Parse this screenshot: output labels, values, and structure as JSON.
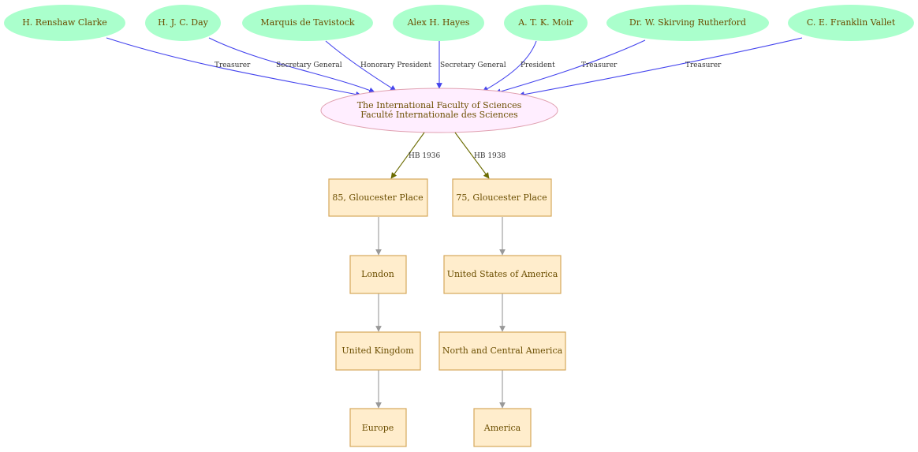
{
  "colors": {
    "person_fill": "#aaffcc",
    "center_fill": "#ffeeff",
    "center_stroke": "#e0a0b0",
    "box_fill": "#ffedcc",
    "box_stroke": "#d6a85c",
    "text": "#6b4e00",
    "edge_blue": "#4444ee",
    "edge_olive": "#6b6b00",
    "edge_gray": "#999999"
  },
  "people": [
    {
      "name": "H. Renshaw Clarke",
      "role": "Treasurer"
    },
    {
      "name": "H. J. C. Day",
      "role": "Secretary General"
    },
    {
      "name": "Marquis de Tavistock",
      "role": "Honorary President"
    },
    {
      "name": "Alex H. Hayes",
      "role": "Secretary General"
    },
    {
      "name": "A. T. K. Moir",
      "role": "President"
    },
    {
      "name": "Dr. W. Skirving Rutherford",
      "role": "Treasurer"
    },
    {
      "name": "C. E. Franklin Vallet",
      "role": "Treasurer"
    }
  ],
  "center": {
    "line1": "The International Faculty of Sciences",
    "line2": "Faculté Internationale des Sciences"
  },
  "branches": [
    {
      "label": "HB 1936",
      "chain": [
        "85, Gloucester Place",
        "London",
        "United Kingdom",
        "Europe"
      ]
    },
    {
      "label": "HB 1938",
      "chain": [
        "75, Gloucester Place",
        "United States of America",
        "North and Central America",
        "America"
      ]
    }
  ]
}
